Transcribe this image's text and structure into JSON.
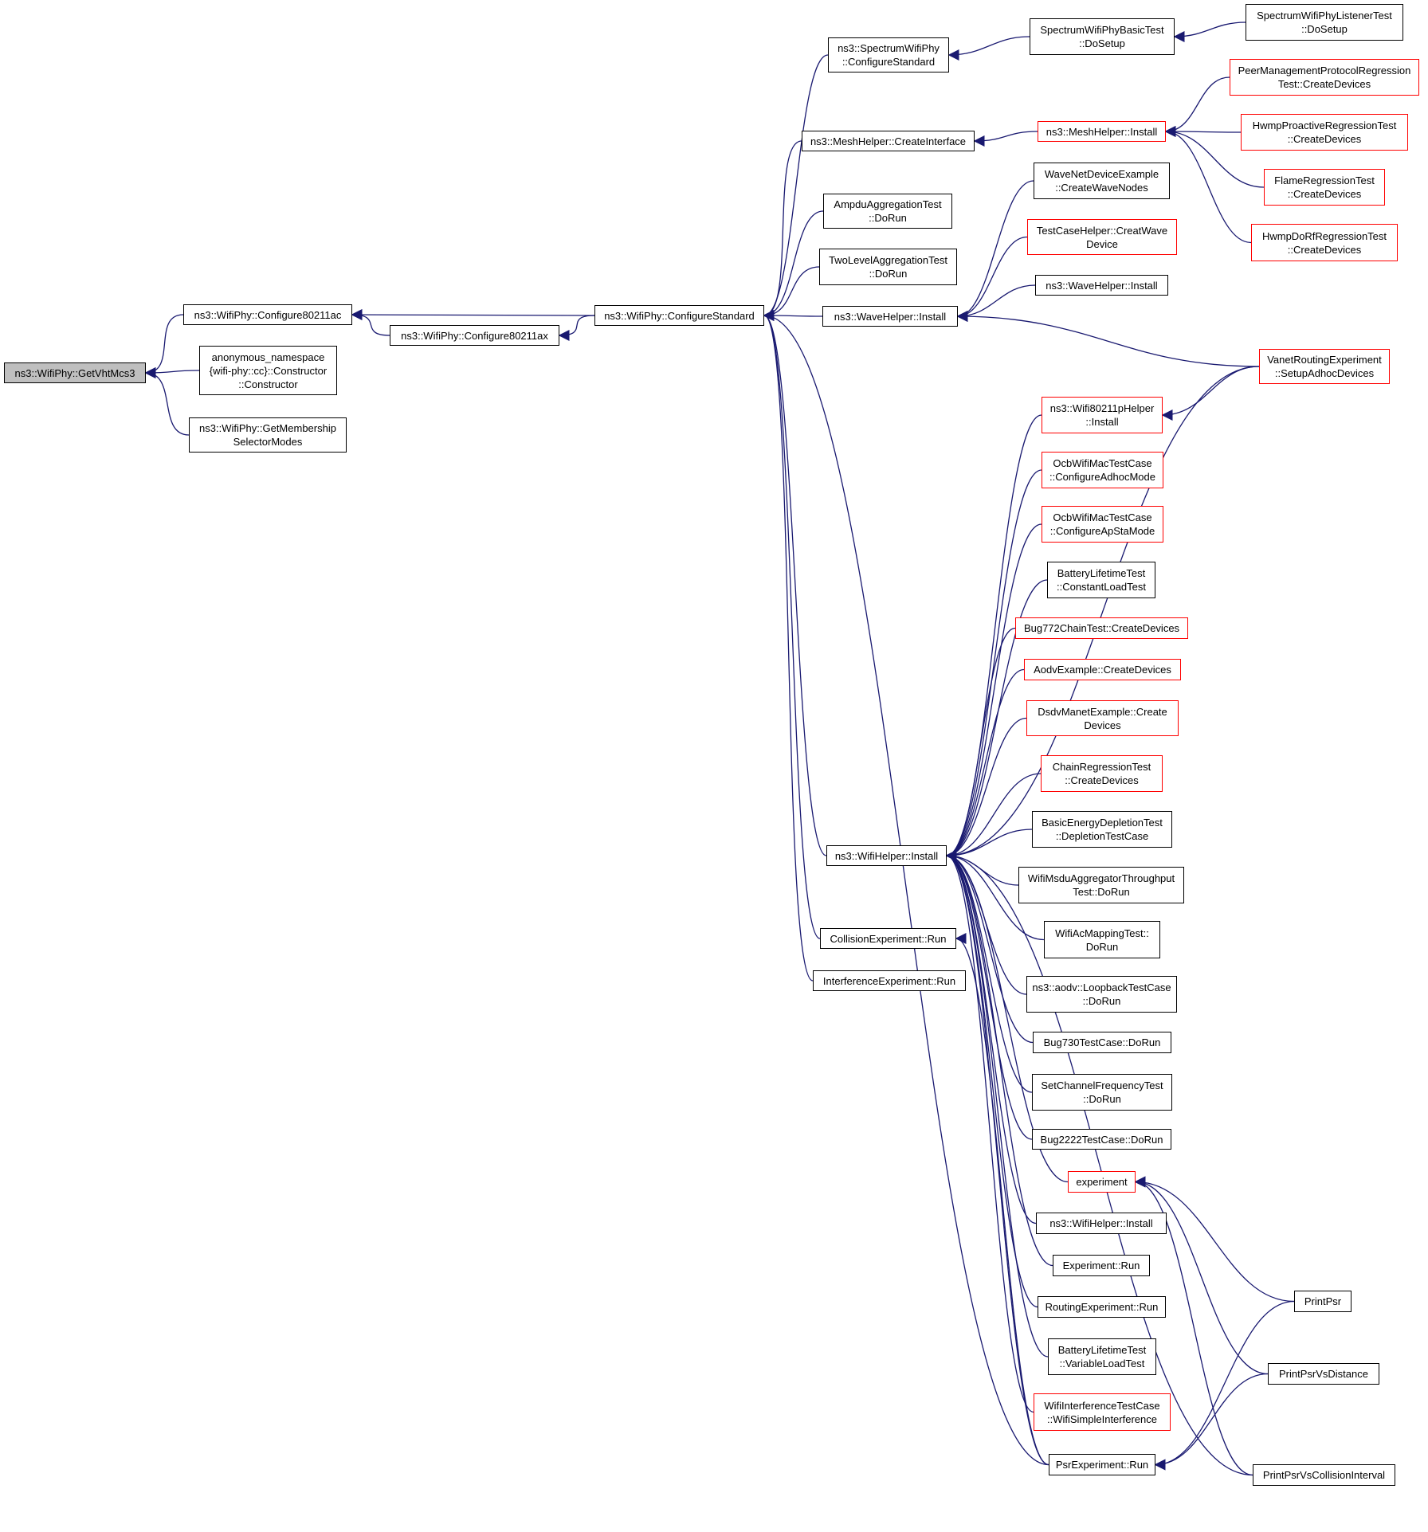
{
  "colors": {
    "edge": "#191970",
    "box": "#000000",
    "box_red": "#ff0000",
    "root_fill": "#bfbfbf"
  },
  "nodes": [
    {
      "id": "getvht",
      "label": "ns3::WifiPhy::GetVhtMcs3",
      "style": "root"
    },
    {
      "id": "c80211ac",
      "label": "ns3::WifiPhy::Configure80211ac",
      "style": "black"
    },
    {
      "id": "anon",
      "label": "anonymous_namespace\n{wifi-phy::cc}::Constructor\n::Constructor",
      "style": "black"
    },
    {
      "id": "getmemb",
      "label": "ns3::WifiPhy::GetMembership\nSelectorModes",
      "style": "black"
    },
    {
      "id": "c80211ax",
      "label": "ns3::WifiPhy::Configure80211ax",
      "style": "black"
    },
    {
      "id": "cstd",
      "label": "ns3::WifiPhy::ConfigureStandard",
      "style": "black"
    },
    {
      "id": "swpcs",
      "label": "ns3::SpectrumWifiPhy\n::ConfigureStandard",
      "style": "black"
    },
    {
      "id": "meshci",
      "label": "ns3::MeshHelper::CreateInterface",
      "style": "black"
    },
    {
      "id": "ampdu",
      "label": "AmpduAggregationTest\n::DoRun",
      "style": "black"
    },
    {
      "id": "twolevel",
      "label": "TwoLevelAggregationTest\n::DoRun",
      "style": "black"
    },
    {
      "id": "waveinst",
      "label": "ns3::WaveHelper::Install",
      "style": "black"
    },
    {
      "id": "wifiinst",
      "label": "ns3::WifiHelper::Install",
      "style": "black"
    },
    {
      "id": "collision",
      "label": "CollisionExperiment::Run",
      "style": "black"
    },
    {
      "id": "interf",
      "label": "InterferenceExperiment::Run",
      "style": "black"
    },
    {
      "id": "swpbasic",
      "label": "SpectrumWifiPhyBasicTest\n::DoSetup",
      "style": "black"
    },
    {
      "id": "meshinst",
      "label": "ns3::MeshHelper::Install",
      "style": "red"
    },
    {
      "id": "wavenet",
      "label": "WaveNetDeviceExample\n::CreateWaveNodes",
      "style": "black"
    },
    {
      "id": "tchelper",
      "label": "TestCaseHelper::CreatWave\nDevice",
      "style": "red"
    },
    {
      "id": "waveinst2",
      "label": "ns3::WaveHelper::Install",
      "style": "black"
    },
    {
      "id": "vanet",
      "label": "VanetRoutingExperiment\n::SetupAdhocDevices",
      "style": "red"
    },
    {
      "id": "w80211p",
      "label": "ns3::Wifi80211pHelper\n::Install",
      "style": "red"
    },
    {
      "id": "ocbadhoc",
      "label": "OcbWifiMacTestCase\n::ConfigureAdhocMode",
      "style": "red"
    },
    {
      "id": "ocbapsta",
      "label": "OcbWifiMacTestCase\n::ConfigureApStaMode",
      "style": "red"
    },
    {
      "id": "batconst",
      "label": "BatteryLifetimeTest\n::ConstantLoadTest",
      "style": "black"
    },
    {
      "id": "bug772",
      "label": "Bug772ChainTest::CreateDevices",
      "style": "red"
    },
    {
      "id": "aodvex",
      "label": "AodvExample::CreateDevices",
      "style": "red"
    },
    {
      "id": "dsdv",
      "label": "DsdvManetExample::Create\nDevices",
      "style": "red"
    },
    {
      "id": "chainreg",
      "label": "ChainRegressionTest\n::CreateDevices",
      "style": "red"
    },
    {
      "id": "basicenergy",
      "label": "BasicEnergyDepletionTest\n::DepletionTestCase",
      "style": "black"
    },
    {
      "id": "msdu",
      "label": "WifiMsduAggregatorThroughput\nTest::DoRun",
      "style": "black"
    },
    {
      "id": "acmap",
      "label": "WifiAcMappingTest::\nDoRun",
      "style": "black"
    },
    {
      "id": "aodvloop",
      "label": "ns3::aodv::LoopbackTestCase\n::DoRun",
      "style": "black"
    },
    {
      "id": "bug730",
      "label": "Bug730TestCase::DoRun",
      "style": "black"
    },
    {
      "id": "setchan",
      "label": "SetChannelFrequencyTest\n::DoRun",
      "style": "black"
    },
    {
      "id": "bug2222",
      "label": "Bug2222TestCase::DoRun",
      "style": "black"
    },
    {
      "id": "experiment",
      "label": "experiment",
      "style": "red"
    },
    {
      "id": "wifiinst2",
      "label": "ns3::WifiHelper::Install",
      "style": "black"
    },
    {
      "id": "exprun",
      "label": "Experiment::Run",
      "style": "black"
    },
    {
      "id": "routexp",
      "label": "RoutingExperiment::Run",
      "style": "black"
    },
    {
      "id": "batvar",
      "label": "BatteryLifetimeTest\n::VariableLoadTest",
      "style": "black"
    },
    {
      "id": "wifiinterf",
      "label": "WifiInterferenceTestCase\n::WifiSimpleInterference",
      "style": "red"
    },
    {
      "id": "psrexp",
      "label": "PsrExperiment::Run",
      "style": "black"
    },
    {
      "id": "swplistener",
      "label": "SpectrumWifiPhyListenerTest\n::DoSetup",
      "style": "black"
    },
    {
      "id": "peermgmt",
      "label": "PeerManagementProtocolRegression\nTest::CreateDevices",
      "style": "red"
    },
    {
      "id": "hwmpproact",
      "label": "HwmpProactiveRegressionTest\n::CreateDevices",
      "style": "red"
    },
    {
      "id": "flame",
      "label": "FlameRegressionTest\n::CreateDevices",
      "style": "red"
    },
    {
      "id": "hwmpdorf",
      "label": "HwmpDoRfRegressionTest\n::CreateDevices",
      "style": "red"
    },
    {
      "id": "printpsr",
      "label": "PrintPsr",
      "style": "black"
    },
    {
      "id": "printpsrdist",
      "label": "PrintPsrVsDistance",
      "style": "black"
    },
    {
      "id": "printpsrcoll",
      "label": "PrintPsrVsCollisionInterval",
      "style": "black"
    }
  ],
  "edges": [
    {
      "from": "c80211ac",
      "to": "getvht"
    },
    {
      "from": "anon",
      "to": "getvht"
    },
    {
      "from": "getmemb",
      "to": "getvht"
    },
    {
      "from": "cstd",
      "to": "c80211ac"
    },
    {
      "from": "c80211ax",
      "to": "c80211ac"
    },
    {
      "from": "cstd",
      "to": "c80211ax"
    },
    {
      "from": "swpcs",
      "to": "cstd"
    },
    {
      "from": "meshci",
      "to": "cstd"
    },
    {
      "from": "ampdu",
      "to": "cstd"
    },
    {
      "from": "twolevel",
      "to": "cstd"
    },
    {
      "from": "waveinst",
      "to": "cstd"
    },
    {
      "from": "wifiinst",
      "to": "cstd"
    },
    {
      "from": "collision",
      "to": "cstd"
    },
    {
      "from": "interf",
      "to": "cstd"
    },
    {
      "from": "psrexp",
      "to": "cstd"
    },
    {
      "from": "swpbasic",
      "to": "swpcs"
    },
    {
      "from": "swplistener",
      "to": "swpbasic"
    },
    {
      "from": "meshinst",
      "to": "meshci"
    },
    {
      "from": "peermgmt",
      "to": "meshinst"
    },
    {
      "from": "hwmpproact",
      "to": "meshinst"
    },
    {
      "from": "flame",
      "to": "meshinst"
    },
    {
      "from": "hwmpdorf",
      "to": "meshinst"
    },
    {
      "from": "wavenet",
      "to": "waveinst"
    },
    {
      "from": "tchelper",
      "to": "waveinst"
    },
    {
      "from": "waveinst2",
      "to": "waveinst"
    },
    {
      "from": "vanet",
      "to": "waveinst"
    },
    {
      "from": "vanet",
      "to": "wifiinst"
    },
    {
      "from": "vanet",
      "to": "w80211p"
    },
    {
      "from": "w80211p",
      "to": "wifiinst"
    },
    {
      "from": "ocbadhoc",
      "to": "wifiinst"
    },
    {
      "from": "ocbapsta",
      "to": "wifiinst"
    },
    {
      "from": "batconst",
      "to": "wifiinst"
    },
    {
      "from": "bug772",
      "to": "wifiinst"
    },
    {
      "from": "aodvex",
      "to": "wifiinst"
    },
    {
      "from": "dsdv",
      "to": "wifiinst"
    },
    {
      "from": "chainreg",
      "to": "wifiinst"
    },
    {
      "from": "basicenergy",
      "to": "wifiinst"
    },
    {
      "from": "msdu",
      "to": "wifiinst"
    },
    {
      "from": "acmap",
      "to": "wifiinst"
    },
    {
      "from": "aodvloop",
      "to": "wifiinst"
    },
    {
      "from": "bug730",
      "to": "wifiinst"
    },
    {
      "from": "setchan",
      "to": "wifiinst"
    },
    {
      "from": "bug2222",
      "to": "wifiinst"
    },
    {
      "from": "experiment",
      "to": "wifiinst"
    },
    {
      "from": "wifiinst2",
      "to": "wifiinst"
    },
    {
      "from": "exprun",
      "to": "wifiinst"
    },
    {
      "from": "routexp",
      "to": "wifiinst"
    },
    {
      "from": "batvar",
      "to": "wifiinst"
    },
    {
      "from": "wifiinterf",
      "to": "wifiinst"
    },
    {
      "from": "psrexp",
      "to": "wifiinst"
    },
    {
      "from": "printpsrcoll",
      "to": "wifiinst"
    },
    {
      "from": "psrexp",
      "to": "collision"
    },
    {
      "from": "printpsr",
      "to": "experiment"
    },
    {
      "from": "printpsrdist",
      "to": "experiment"
    },
    {
      "from": "printpsrcoll",
      "to": "experiment"
    },
    {
      "from": "printpsr",
      "to": "psrexp"
    },
    {
      "from": "printpsrdist",
      "to": "psrexp"
    }
  ]
}
